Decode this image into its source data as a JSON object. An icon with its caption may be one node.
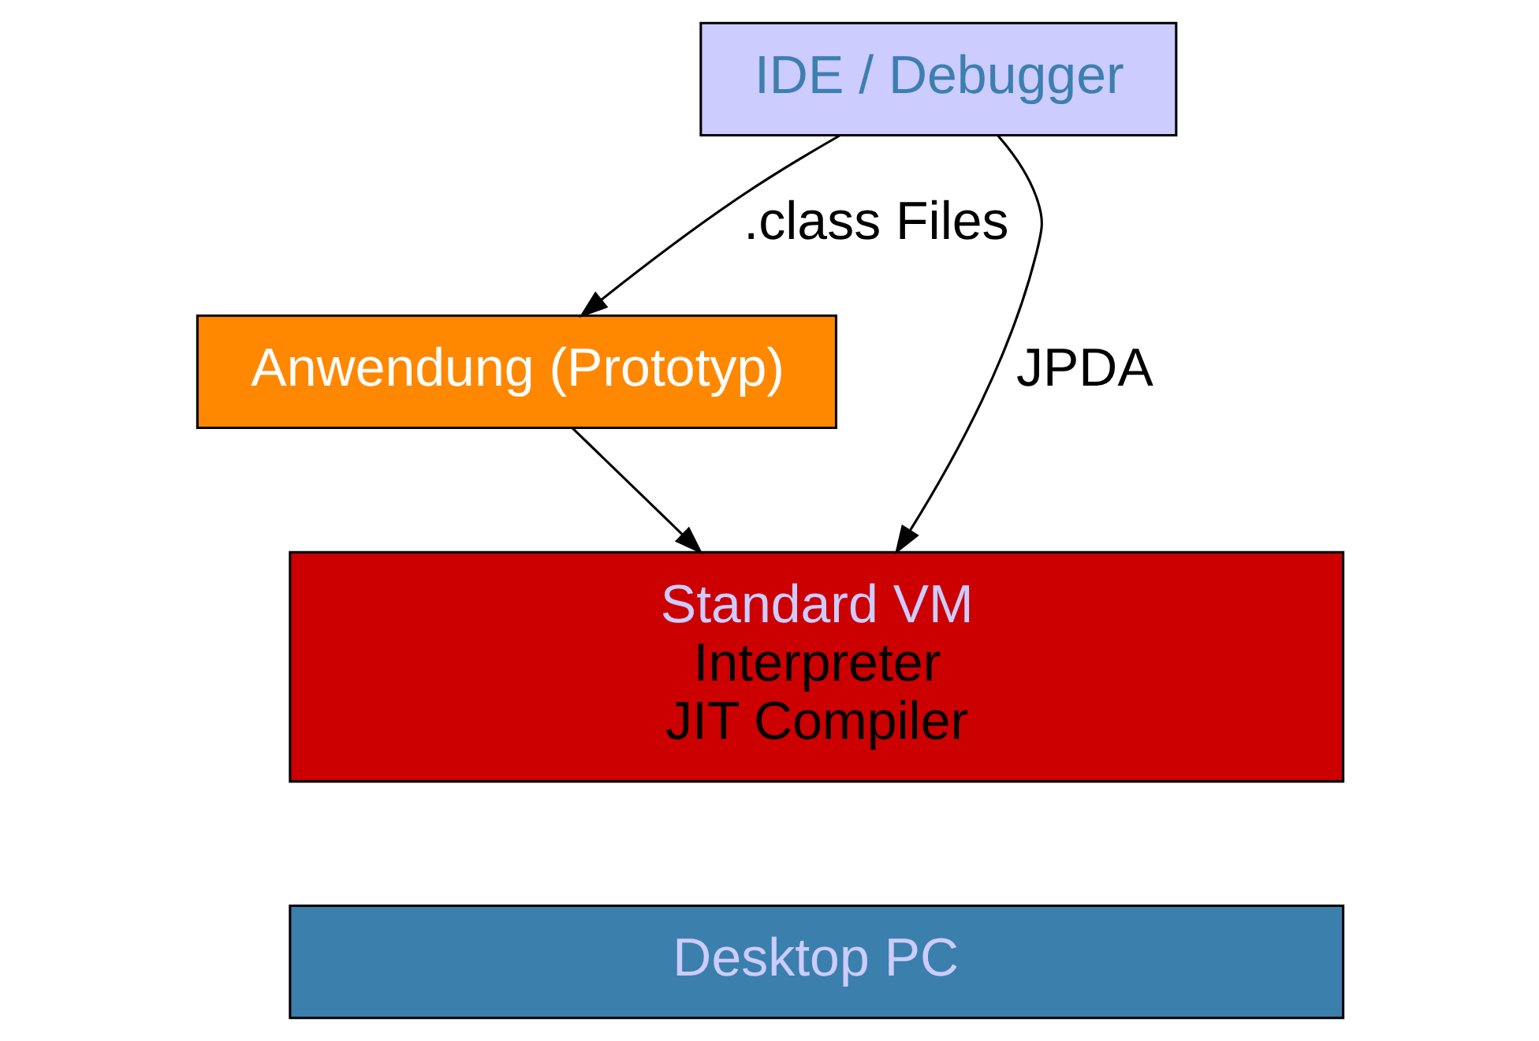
{
  "diagram": {
    "nodes": [
      {
        "text": [
          "IDE / Debugger"
        ]
      },
      {
        "text": [
          "Anwendung (Prototyp)"
        ]
      },
      {
        "text": [
          "Standard VM",
          "Interpreter",
          "JIT Compiler"
        ]
      },
      {
        "text": [
          "Desktop PC"
        ]
      }
    ],
    "edges": [
      {
        "from": 0,
        "to": 2,
        "arrow": "to",
        "label": "JPDA"
      },
      {
        "from": 0,
        "to": 1,
        "arrow": "to",
        "label": ".class Files"
      },
      {
        "from": 1,
        "to": 2,
        "arrow": "to"
      }
    ]
  }
}
